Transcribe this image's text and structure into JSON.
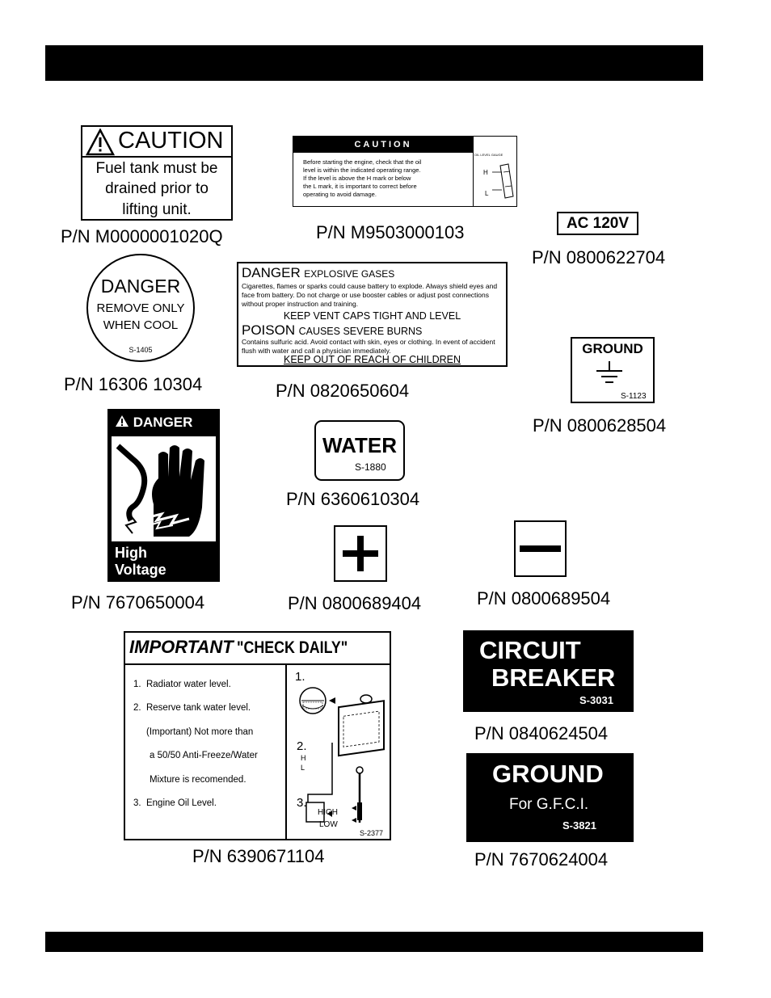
{
  "decals": {
    "caution_fuel": {
      "title": "CAUTION",
      "lines": [
        "Fuel tank must be",
        "drained prior to",
        "lifting unit."
      ],
      "pn": "P/N M0000001020Q"
    },
    "caution_oil": {
      "title": "CAUTION",
      "lines": [
        "Before starting the engine, check that the oil",
        "level is within the indicated operating range.",
        "If the level is above the H mark or below",
        "the L mark, it is important to correct before",
        "operating to avoid damage."
      ],
      "gauge_label": "OIL LEVEL GAUGE",
      "h": "H",
      "l": "L",
      "pn": "P/N M9503000103"
    },
    "ac120": {
      "label": "AC 120V",
      "pn": "P/N 0800622704"
    },
    "danger_cool": {
      "title": "DANGER",
      "line1": "REMOVE ONLY",
      "line2": "WHEN COOL",
      "code": "S-1405",
      "pn": "P/N 16306 10304"
    },
    "danger_gases": {
      "title": "DANGER",
      "subtitle": "EXPLOSIVE  GASES",
      "text1": "Cigarettes, flames or sparks could cause battery to explode.  Always shield eyes and face from battery.  Do not charge or use booster cables or adjust post connections without proper instruction and training.",
      "keep1": "KEEP VENT CAPS TIGHT AND LEVEL",
      "poison": "POISON",
      "poison_sub": "CAUSES SEVERE BURNS",
      "text2": "Contains sulfuric acid.  Avoid contact with skin, eyes or clothing.  In event of accident flush with water and call a physician immediately.",
      "keep2": "KEEP OUT OF REACH OF CHILDREN",
      "pn": "P/N 0820650604"
    },
    "ground1": {
      "label": "GROUND",
      "code": "S-1123",
      "pn": "P/N 0800628504"
    },
    "high_voltage": {
      "title": "DANGER",
      "line1": "High",
      "line2": "Voltage",
      "pn": "P/N 7670650004"
    },
    "water": {
      "label": "WATER",
      "code": "S-1880",
      "pn": "P/N 6360610304"
    },
    "plus": {
      "pn": "P/N 0800689404"
    },
    "minus": {
      "pn": "P/N 0800689504"
    },
    "check_daily": {
      "important": "IMPORTANT",
      "title": "\"CHECK DAILY\"",
      "items": [
        "1.  Radiator water level.",
        "2.  Reserve tank water level.",
        "(Important) Not more than",
        "a 50/50 Anti-Freeze/Water",
        "Mixture is recomended.",
        "3.  Engine Oil Level."
      ],
      "fig1": "1.",
      "fig2": "2.",
      "fig3": "3.",
      "h": "H",
      "l": "L",
      "high": "HIGH",
      "low": "LOW",
      "code": "S-2377",
      "pn": "P/N 6390671104"
    },
    "circuit_breaker": {
      "line1": "CIRCUIT",
      "line2": "BREAKER",
      "code": "S-3031",
      "pn": "P/N 0840624504"
    },
    "ground_gfci": {
      "title": "GROUND",
      "subtitle": "For G.F.C.I.",
      "code": "S-3821",
      "pn": "P/N 7670624004"
    }
  }
}
